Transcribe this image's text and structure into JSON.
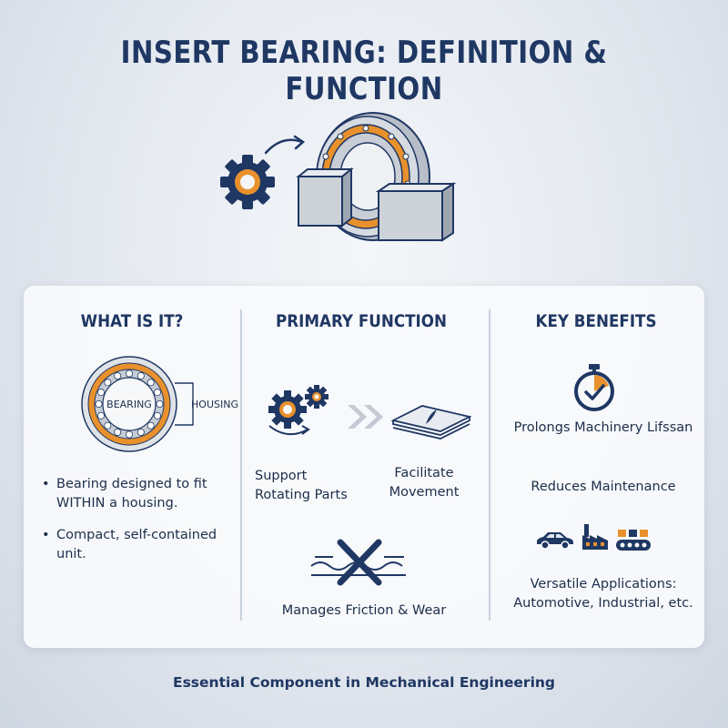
{
  "title": "INSERT BEARING: DEFINITION & FUNCTION",
  "columns": {
    "what": {
      "heading": "WHAT IS IT?",
      "diagram": {
        "bearing_label": "BEARING",
        "housing_label": "HOUSING"
      },
      "bullets": [
        "Bearing designed to fit WITHIN a housing.",
        "Compact, self-contained unit."
      ]
    },
    "function": {
      "heading": "PRIMARY FUNCTION",
      "items": [
        "Support Rotating Parts",
        "Facilitate Movement",
        "Manages Friction & Wear"
      ]
    },
    "benefits": {
      "heading": "KEY BENEFITS",
      "items": [
        "Prolongs Machinery Lifssan",
        "Reduces Maintenance",
        "Versatile Applications: Automotive, Industrial, etc."
      ]
    }
  },
  "footer": "Essential Component in Mechanical Engineering",
  "colors": {
    "navy": "#1f3763",
    "orange": "#e8912c",
    "steel": "#c3c9d1"
  },
  "icons": [
    "gear-icon",
    "arrow-icon",
    "bearing-housing-icon",
    "gears-icon",
    "chevrons-icon",
    "sliding-surface-icon",
    "friction-x-icon",
    "stopwatch-icon",
    "car-icon",
    "factory-icon",
    "conveyor-icon"
  ]
}
